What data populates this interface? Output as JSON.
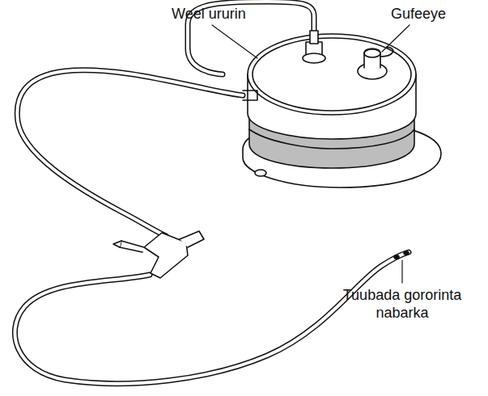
{
  "diagram": {
    "labels": [
      "Weel ururin",
      "Gufeeye",
      "Tuubada gororinta nabarka"
    ]
  }
}
